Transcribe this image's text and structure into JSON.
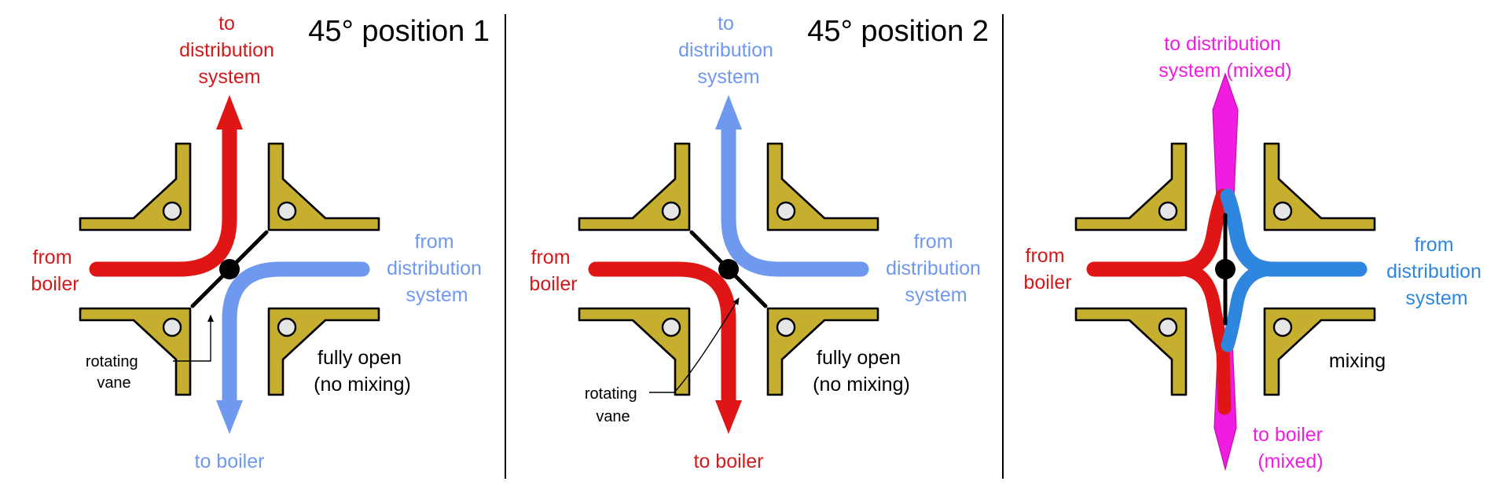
{
  "colors": {
    "body": "#c6ae2e",
    "hot": "#e01515",
    "cold": "#6f98ef",
    "cold_dark": "#2f86df",
    "mixed": "#f01ce0",
    "hole": "#e6e6e6"
  },
  "panels": [
    {
      "title": "45° position 1",
      "top_label": [
        "to",
        "distribution",
        "system"
      ],
      "bottom_label": [
        "to boiler"
      ],
      "left_label": [
        "from",
        "boiler"
      ],
      "right_label": [
        "from",
        "distribution",
        "system"
      ],
      "state_label": [
        "fully open",
        "(no mixing)"
      ],
      "vane_label": [
        "rotating",
        "vane"
      ]
    },
    {
      "title": "45° position 2",
      "top_label": [
        "to",
        "distribution",
        "system"
      ],
      "bottom_label": [
        "to boiler"
      ],
      "left_label": [
        "from",
        "boiler"
      ],
      "right_label": [
        "from",
        "distribution",
        "system"
      ],
      "state_label": [
        "fully open",
        "(no mixing)"
      ],
      "vane_label": [
        "rotating",
        "vane"
      ]
    },
    {
      "title": "",
      "top_label": [
        "to distribution",
        "system (mixed)"
      ],
      "bottom_label": [
        "to boiler",
        "(mixed)"
      ],
      "left_label": [
        "from",
        "boiler"
      ],
      "right_label": [
        "from",
        "distribution",
        "system"
      ],
      "state_label": [
        "mixing"
      ]
    }
  ]
}
